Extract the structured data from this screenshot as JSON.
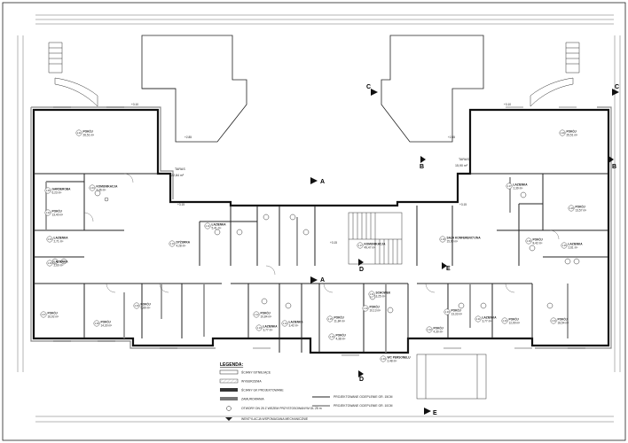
{
  "rooms": [
    {
      "num": "1.01",
      "name": "POKÓJ",
      "area": "26,51 m²"
    },
    {
      "num": "1.02",
      "name": "POKÓJ",
      "area": "13,40 m²"
    },
    {
      "num": "1.03",
      "name": "ŁAZIENKA",
      "area": "2,71 m²"
    },
    {
      "num": "1.04",
      "name": "KOMUNIKACJA",
      "area": "2,36 m²"
    },
    {
      "num": "1.05",
      "name": "GARDEROBA",
      "area": "6,23 m²"
    },
    {
      "num": "1.06",
      "name": "ŁAZIENKA",
      "area": "2,60 m²"
    },
    {
      "num": "1.07",
      "name": "POKÓJ",
      "area": "16,92 m²"
    },
    {
      "num": "1.08",
      "name": "POKÓJ",
      "area": "14,30 m²"
    },
    {
      "num": "1.09",
      "name": "POKÓJ",
      "area": "5,89 m²"
    },
    {
      "num": "1.10",
      "name": "DYŻURKA",
      "area": "4,28 m²"
    },
    {
      "num": "1.11",
      "name": "ŁAZIENKA",
      "area": "5,41 m²"
    },
    {
      "num": "1.12",
      "name": "POKÓJ",
      "area": "10,84 m²"
    },
    {
      "num": "1.13",
      "name": "ŁAZIENKA",
      "area": "3,77 m²"
    },
    {
      "num": "1.14",
      "name": "ŁAZIENKA",
      "area": "3,42 m²"
    },
    {
      "num": "1.15",
      "name": "POKÓJ",
      "area": "11,84 m²"
    },
    {
      "num": "1.16",
      "name": "POKÓJ",
      "area": "4,38 m²"
    },
    {
      "num": "1.17",
      "name": "KOMUNIKACJA",
      "area": "49,47 m²"
    },
    {
      "num": "1.18",
      "name": "SALA KONFERENCYJNA",
      "area": "15,90 m²"
    },
    {
      "num": "1.19",
      "name": "POKÓJ",
      "area": "10,13 m²"
    },
    {
      "num": "1.20",
      "name": "POKÓJ",
      "area": "13,33 m²"
    },
    {
      "num": "1.21",
      "name": "ŁAZIENKA",
      "area": "3,77 m²"
    },
    {
      "num": "1.22",
      "name": "POKÓJ",
      "area": "4,30 m²"
    },
    {
      "num": "1.23",
      "name": "POKÓJ",
      "area": "12,99 m²"
    },
    {
      "num": "1.24",
      "name": "POKÓJ",
      "area": "18,54 m²"
    },
    {
      "num": "1.25",
      "name": "ŁAZIENKA",
      "area": "2,61 m²"
    },
    {
      "num": "1.26",
      "name": "POKÓJ",
      "area": "8,42 m²"
    },
    {
      "num": "1.27",
      "name": "ŁAZIENKA",
      "area": "2,39 m²"
    },
    {
      "num": "1.28",
      "name": "POKÓJ",
      "area": "13,57 m²"
    },
    {
      "num": "1.29",
      "name": "POKÓJ",
      "area": "25,51 m²"
    },
    {
      "num": "1.30",
      "name": "WC PERSONELU",
      "area": "2,48 m²"
    },
    {
      "num": "1.31",
      "name": "SCHOWEK",
      "area": "3,25 m²"
    }
  ],
  "section_markers": [
    "A",
    "A",
    "B",
    "B",
    "C",
    "C",
    "D",
    "D",
    "E",
    "E"
  ],
  "terrace_labels": [
    "TARAS",
    "TARAS"
  ],
  "terrace_areas": [
    "22,84 m²",
    "15,90 m²"
  ],
  "levels": [
    "+3.15",
    "+3.15",
    "+3.10",
    "+3.10",
    "+3.15",
    "+2.85",
    "+2.85"
  ],
  "legend": {
    "title": "LEGENDA:",
    "left_items": [
      "ŚCIANY ISTNIEJĄCE",
      "WYBURZENIA",
      "ŚCIANY GK PROJEKTOWANE",
      "ZAMUROWANIA",
      "OTWORY DN 25 Z WEZEM PRZYSTOSOWANYM DL 25 m",
      "WENTYLACJA WSPOMAGANA MECHANICZNIE"
    ],
    "right_items": [
      "PROJEKTOWANE OCIEPLENIE GR. 15CM",
      "PROJEKTOWANE OCIEPLENIE GR. 10CM"
    ]
  },
  "colors": {
    "line": "#1a1a1a",
    "wall_new": "#8a8a8a",
    "wall_existing": "#111111",
    "hatch": "#bdbdbd"
  }
}
